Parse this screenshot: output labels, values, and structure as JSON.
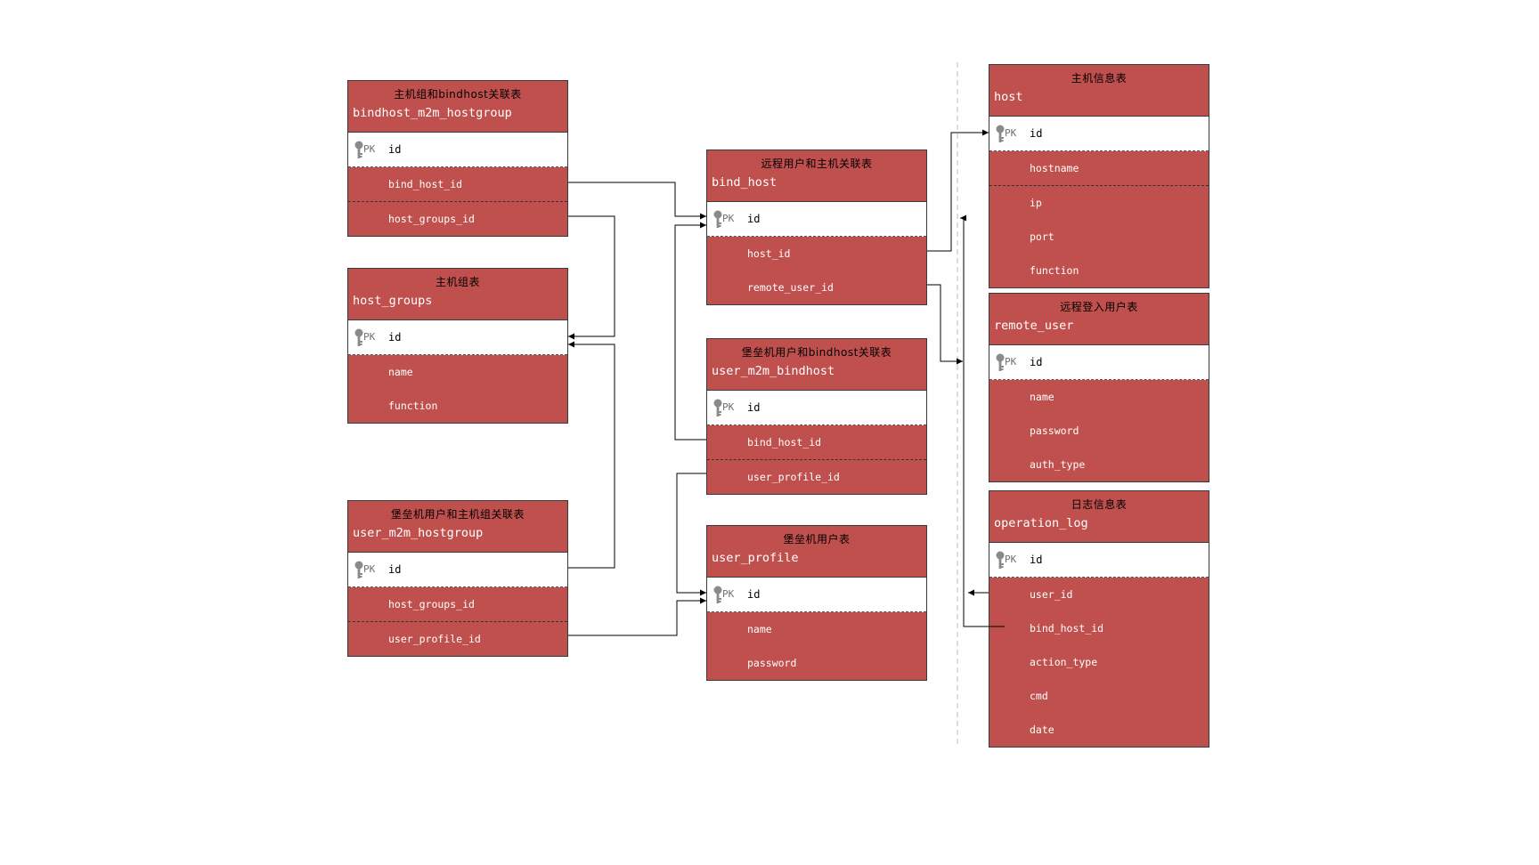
{
  "colors": {
    "table_fill": "#c0504d",
    "pk_fill": "#ffffff",
    "line": "#000000",
    "divider": "#bbbbbb"
  },
  "icons": {
    "primary_key": "key-icon"
  },
  "tables": {
    "bindhost_m2m_hostgroup": {
      "label": "主机组和bindhost关联表",
      "name": "bindhost_m2m_hostgroup",
      "pk_tag": "PK",
      "pk": "id",
      "fields": [
        "bind_host_id",
        "host_groups_id"
      ]
    },
    "host_groups": {
      "label": "主机组表",
      "name": "host_groups",
      "pk_tag": "PK",
      "pk": "id",
      "fields": [
        "name",
        "function"
      ]
    },
    "user_m2m_hostgroup": {
      "label": "堡垒机用户和主机组关联表",
      "name": "user_m2m_hostgroup",
      "pk_tag": "PK",
      "pk": "id",
      "fields": [
        "host_groups_id",
        "user_profile_id"
      ]
    },
    "bind_host": {
      "label": "远程用户和主机关联表",
      "name": "bind_host",
      "pk_tag": "PK",
      "pk": "id",
      "fields": [
        "host_id",
        "remote_user_id"
      ]
    },
    "user_m2m_bindhost": {
      "label": "堡垒机用户和bindhost关联表",
      "name": "user_m2m_bindhost",
      "pk_tag": "PK",
      "pk": "id",
      "fields": [
        "bind_host_id",
        "user_profile_id"
      ]
    },
    "user_profile": {
      "label": "堡垒机用户表",
      "name": "user_profile",
      "pk_tag": "PK",
      "pk": "id",
      "fields": [
        "name",
        "password"
      ]
    },
    "host": {
      "label": "主机信息表",
      "name": "host",
      "pk_tag": "PK",
      "pk": "id",
      "fields": [
        "hostname",
        "ip",
        "port",
        "function"
      ]
    },
    "remote_user": {
      "label": "远程登入用户表",
      "name": "remote_user",
      "pk_tag": "PK",
      "pk": "id",
      "fields": [
        "name",
        "password",
        "auth_type"
      ]
    },
    "operation_log": {
      "label": "日志信息表",
      "name": "operation_log",
      "pk_tag": "PK",
      "pk": "id",
      "fields": [
        "user_id",
        "bind_host_id",
        "action_type",
        "cmd",
        "date"
      ]
    }
  },
  "relations": [
    {
      "from": "bindhost_m2m_hostgroup.bind_host_id",
      "to": "bind_host.id"
    },
    {
      "from": "bindhost_m2m_hostgroup.host_groups_id",
      "to": "host_groups.id"
    },
    {
      "from": "user_m2m_hostgroup.id",
      "to": "host_groups.id"
    },
    {
      "from": "user_m2m_hostgroup.user_profile_id",
      "to": "user_profile.id"
    },
    {
      "from": "user_m2m_bindhost.bind_host_id",
      "to": "bind_host.id"
    },
    {
      "from": "user_m2m_bindhost.user_profile_id",
      "to": "user_profile.id"
    },
    {
      "from": "bind_host.host_id",
      "to": "host.id"
    },
    {
      "from": "bind_host.remote_user_id",
      "to": "remote_user.id"
    },
    {
      "from": "operation_log.user_id",
      "to": "user_profile.id"
    },
    {
      "from": "operation_log.bind_host_id",
      "to": "bind_host.id"
    }
  ]
}
